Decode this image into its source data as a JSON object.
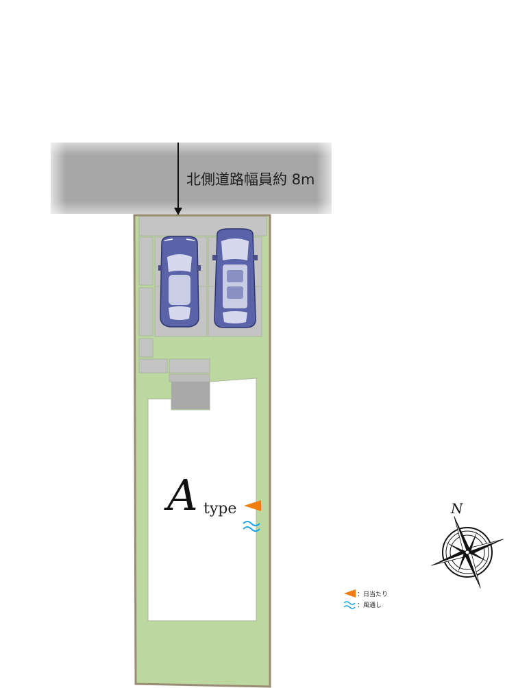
{
  "road": {
    "label": "北側道路幅員約 8m"
  },
  "building": {
    "letter": "A",
    "word": "type"
  },
  "compass": {
    "north_letter": "N"
  },
  "legend": {
    "items": [
      {
        "icon": "sun-arrow-icon",
        "label": "：日当たり",
        "color": "#f07d10"
      },
      {
        "icon": "wind-icon",
        "label": "：風通し",
        "color": "#1aa3e8"
      }
    ]
  },
  "colors": {
    "road": "#a7a7a7",
    "lot_green": "#bcd7a0",
    "lot_border": "#9a8c74",
    "parking": "#c4c4c4",
    "car_body": "#5a63a8",
    "sun": "#f07d10",
    "wind": "#1aa3e8"
  }
}
